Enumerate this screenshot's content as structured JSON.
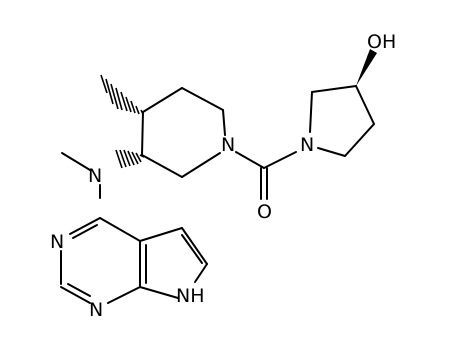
{
  "structure": {
    "atoms": {
      "n_pip": "N",
      "n_amine": "N",
      "n_pyr": "N",
      "o_carbonyl": "O",
      "oh": "OH",
      "n_pym1": "N",
      "n_pym3": "N",
      "nh": "NH"
    }
  },
  "colors": {
    "carbon": "#000000",
    "nitrogen": "#0000ff",
    "oxygen": "#ff0000",
    "background": "#ffffff"
  }
}
